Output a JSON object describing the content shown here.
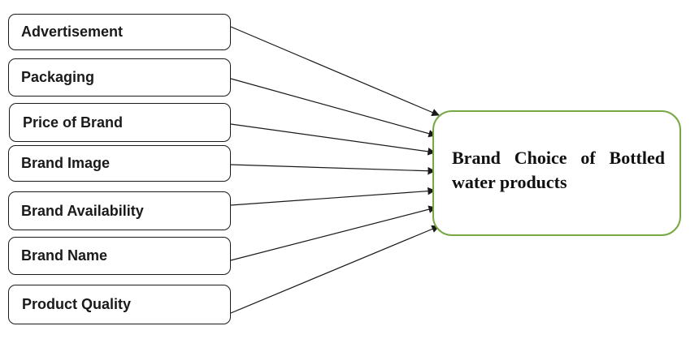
{
  "factors": [
    "Advertisement",
    "Packaging",
    "Price of Brand",
    "Brand Image",
    "Brand Availability",
    "Brand Name",
    "Product Quality"
  ],
  "outcome": "Brand Choice of Bottled water products",
  "colors": {
    "box_border": "#1a1a1a",
    "outcome_border": "#77a843",
    "arrow": "#1a1a1a"
  }
}
